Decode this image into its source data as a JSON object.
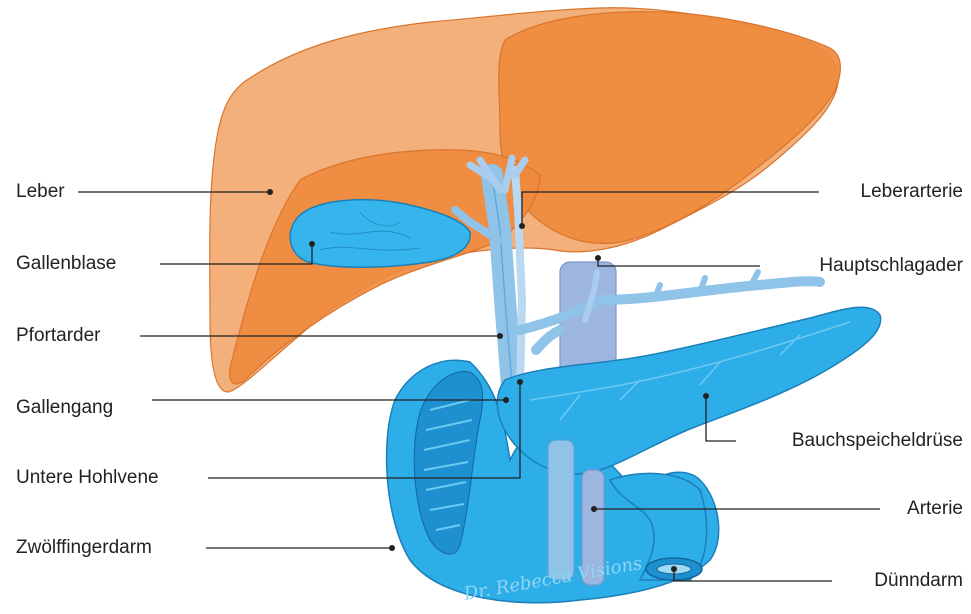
{
  "labels": {
    "leber": "Leber",
    "gallenblase": "Gallenblase",
    "pfortarder": "Pfortarder",
    "gallengang": "Gallengang",
    "untere_hohlvene": "Untere Hohlvene",
    "zwoelffingerdarm": "Zwölffingerdarm",
    "leberarterie": "Leberarterie",
    "hauptschlagader": "Hauptschlagader",
    "bauchspeicheldruese": "Bauchspeicheldrüse",
    "arterie": "Arterie",
    "duenndarm": "Dünndarm"
  },
  "watermark": "Dr. Rebecca Visions",
  "colors": {
    "liver_light": "#f4b07a",
    "liver_dark": "#ee8a3c",
    "liver_stroke": "#d9752e",
    "organ_blue": "#2eaee8",
    "organ_blue_light": "#6cc9f1",
    "organ_stroke": "#1b7fb8",
    "vessel_blue": "#8fc3e8",
    "aorta": "#9db6e0"
  }
}
